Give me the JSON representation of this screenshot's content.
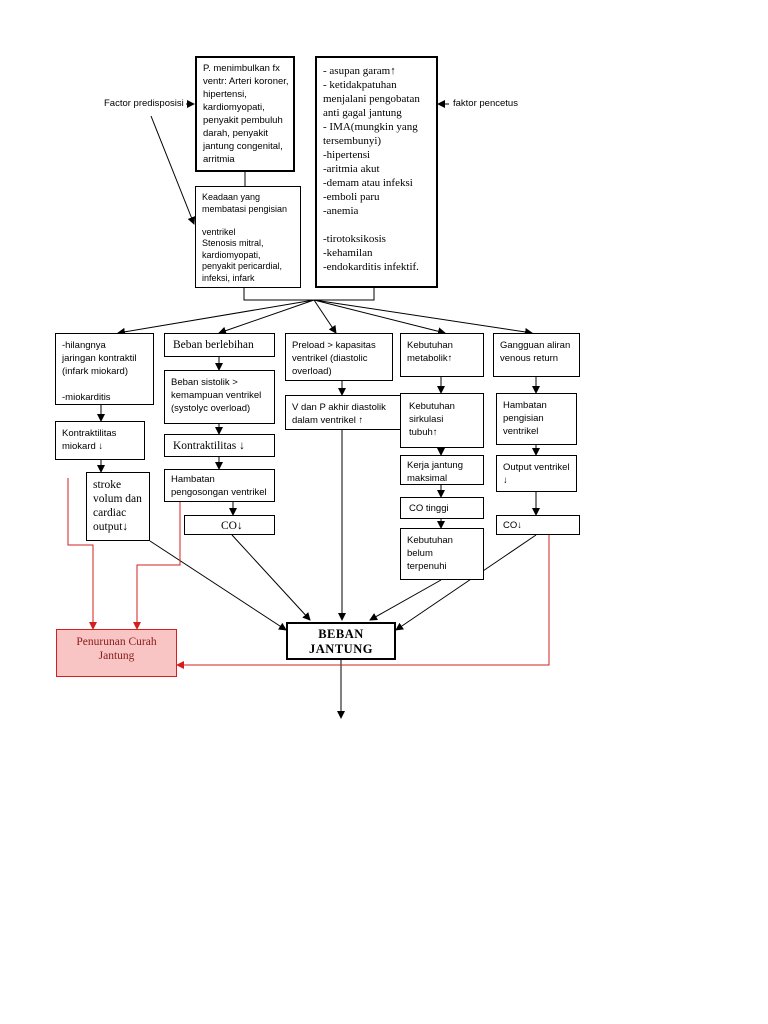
{
  "labels": {
    "factor_predisposisi": "Factor predisposisi",
    "faktor_pencetus": "faktor pencetus"
  },
  "top": {
    "predisposisi_box": "P. menimbulkan fx\nventr: Arteri koroner,\nhipertensi,\nkardiomyopati,\npenyakit pembuluh\ndarah, penyakit\njantung congenital,\narritmia",
    "keadaan_box": "Keadaan yang\nmembatasi pengisian\n\nventrikel\nStenosis mitral,\nkardiomyopati,\npenyakit pericardial,\ninfeksi, infark",
    "pencetus_box": "- asupan garam↑\n- ketidakpatuhan\nmenjalani pengobatan\nanti gagal jantung\n- IMA(mungkin yang\ntersembunyi)\n-hipertensi\n-aritmia akut\n-demam atau infeksi\n-emboli paru\n-anemia\n\n-tirotoksikosis\n-kehamilan\n-endokarditis infektif."
  },
  "col1": {
    "head": "-hilangnya\njaringan kontraktil\n(infark miokard)\n\n-miokarditis",
    "kontraktilitas": "Kontraktilitas\nmiokard ↓",
    "stroke": "stroke\nvolum dan\ncardiac\noutput↓"
  },
  "col2": {
    "head": "Beban berlebihan",
    "sistolik": "Beban sistolik >\nkemampuan ventrikel\n(systolyc overload)",
    "kontraktilitas": "Kontraktilitas ↓",
    "hambatan": "Hambatan\npengosongan ventrikel",
    "co": "CO↓"
  },
  "col3": {
    "head": "Preload > kapasitas\nventrikel (diastolic\noverload)",
    "vp": "V dan P akhir diastolik\ndalam ventrikel ↑"
  },
  "col4": {
    "head": "Kebutuhan\nmetabolik↑",
    "sirkulasi": "Kebutuhan\nsirkulasi\ntubuh↑",
    "kerja": "Kerja jantung\nmaksimal",
    "co": "CO tinggi",
    "kebutuhan": "Kebutuhan\nbelum\nterpenuhi"
  },
  "col5": {
    "head": "Gangguan aliran\nvenous return",
    "hambatan": "Hambatan\npengisian\nventrikel",
    "output": "Output ventrikel\n↓",
    "co": "CO↓"
  },
  "center": {
    "beban": "BEBAN\nJANTUNG"
  },
  "red": {
    "penurunan": "Penurunan Curah\nJantung"
  },
  "colors": {
    "line": "#000000",
    "red_line": "#d02020",
    "red_fill": "#f8c4c4"
  }
}
